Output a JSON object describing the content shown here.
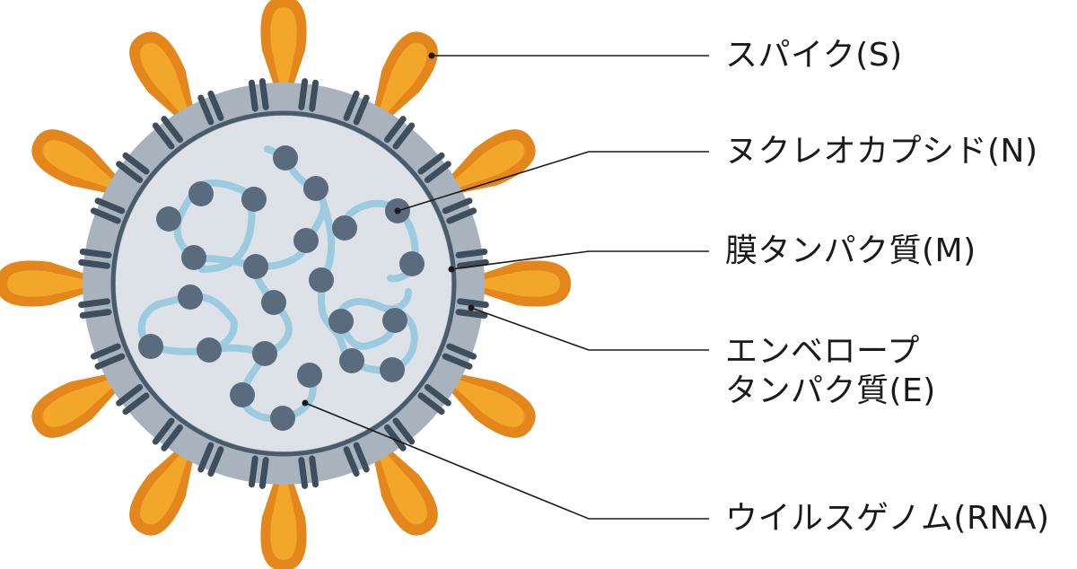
{
  "labels": {
    "spike": "スパイク(S)",
    "nucleocapsid": "ヌクレオカプシド(N)",
    "membrane": "膜タンパク質(M)",
    "envelope_line1": "エンベロープ",
    "envelope_line2": "タンパク質(E)",
    "genome": "ウイルスゲノム(RNA)"
  },
  "colors": {
    "spike_light": "#F2A72A",
    "spike_dark": "#E3861C",
    "envelope": "#A9B3BE",
    "membrane_line": "#4A5B6A",
    "membrane_protein": "#3E4E5C",
    "interior": "#DCE2E8",
    "rna_strand": "#9CCBE0",
    "nucleocapsid_dot": "#5A6B7E",
    "leader_line": "#1a1a1a"
  }
}
